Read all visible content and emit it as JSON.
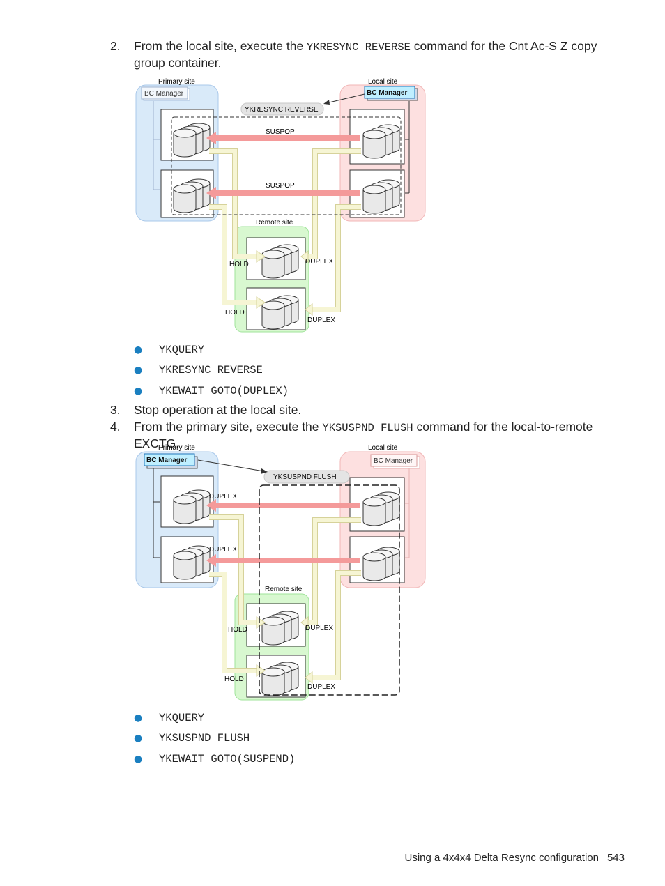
{
  "steps": [
    {
      "num": "2.",
      "pre": "From the local site, execute the ",
      "cmd": "YKRESYNC REVERSE",
      "post": " command for the Cnt Ac-S Z copy group container."
    },
    {
      "num": "3.",
      "text": "Stop operation at the local site."
    },
    {
      "num": "4.",
      "pre": "From the primary site, execute the ",
      "cmd": "YKSUSPND FLUSH",
      "post": " command for the local-to-remote EXCTG."
    }
  ],
  "bullets1": [
    "YKQUERY",
    "YKRESYNC REVERSE",
    "YKEWAIT GOTO(DUPLEX)"
  ],
  "bullets2": [
    "YKQUERY",
    "YKSUSPND FLUSH",
    "YKEWAIT GOTO(SUSPEND)"
  ],
  "diagram1": {
    "primary_site": "Primary site",
    "local_site": "Local site",
    "remote_site": "Remote site",
    "bc_manager_primary": "BC Manager",
    "bc_manager_local": "BC Manager",
    "command": "YKRESYNC REVERSE",
    "pair_status_top": "SUSPOP",
    "pair_status_bottom": "SUSPOP",
    "hold_top": "HOLD",
    "hold_bottom": "HOLD",
    "duplex_top": "DUPLEX",
    "duplex_bottom": "DUPLEX"
  },
  "diagram2": {
    "primary_site": "Primary site",
    "local_site": "Local site",
    "remote_site": "Remote site",
    "bc_manager_primary": "BC Manager",
    "bc_manager_local": "BC Manager",
    "command": "YKSUSPND FLUSH",
    "duplex_primary_top": "DUPLEX",
    "duplex_primary_bottom": "DUPLEX",
    "hold_top": "HOLD",
    "hold_bottom": "HOLD",
    "duplex_remote_top": "DUPLEX",
    "duplex_remote_bottom": "DUPLEX"
  },
  "footer": {
    "title": "Using a 4x4x4 Delta Resync configuration",
    "page": "543"
  },
  "colors": {
    "primary_fill": "#d9eaf9",
    "local_fill": "#fde0e0",
    "remote_fill": "#d8f8d0",
    "bullet": "#1a7fc0",
    "red_arrow": "#f49a9a",
    "yellow_arrow": "#f3f1c8"
  }
}
